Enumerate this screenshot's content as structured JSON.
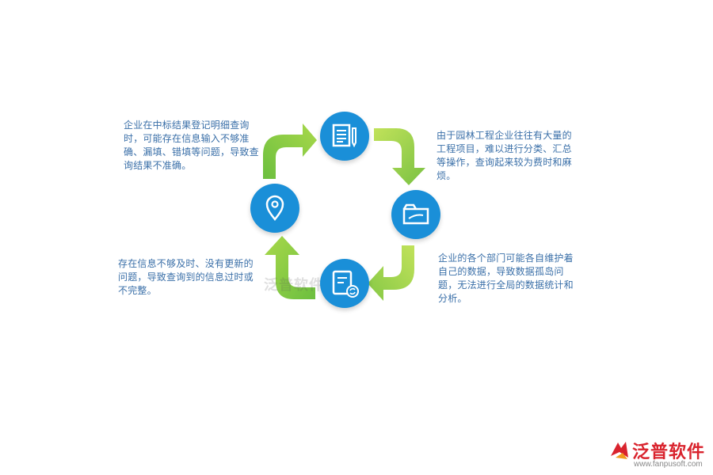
{
  "nodes": {
    "top": {
      "icon": "document-pencil-icon"
    },
    "right": {
      "icon": "folder-icon"
    },
    "bottom": {
      "icon": "document-refresh-icon"
    },
    "left": {
      "icon": "location-pin-icon"
    }
  },
  "texts": {
    "top_left": "企业在中标结果登记明细查询时，可能存在信息输入不够准确、漏填、错填等问题，导致查询结果不准确。",
    "top_right": "由于园林工程企业往往有大量的工程项目，难以进行分类、汇总等操作，查询起来较为费时和麻烦。",
    "bottom_right": "企业的各个部门可能各自维护着自己的数据，导致数据孤岛问题，无法进行全局的数据统计和分析。",
    "bottom_left": "存在信息不够及时、没有更新的问题，导致查询到的信息过时或不完整。"
  },
  "watermark": "泛普软件",
  "logo": {
    "name": "泛普软件",
    "url": "www.fanpusoft.com"
  },
  "colors": {
    "node": "#1a8fd8",
    "arrow_light": "#b6dd4f",
    "arrow_dark": "#79c143",
    "text": "#3a6fa8",
    "logo": "#d9232d"
  }
}
